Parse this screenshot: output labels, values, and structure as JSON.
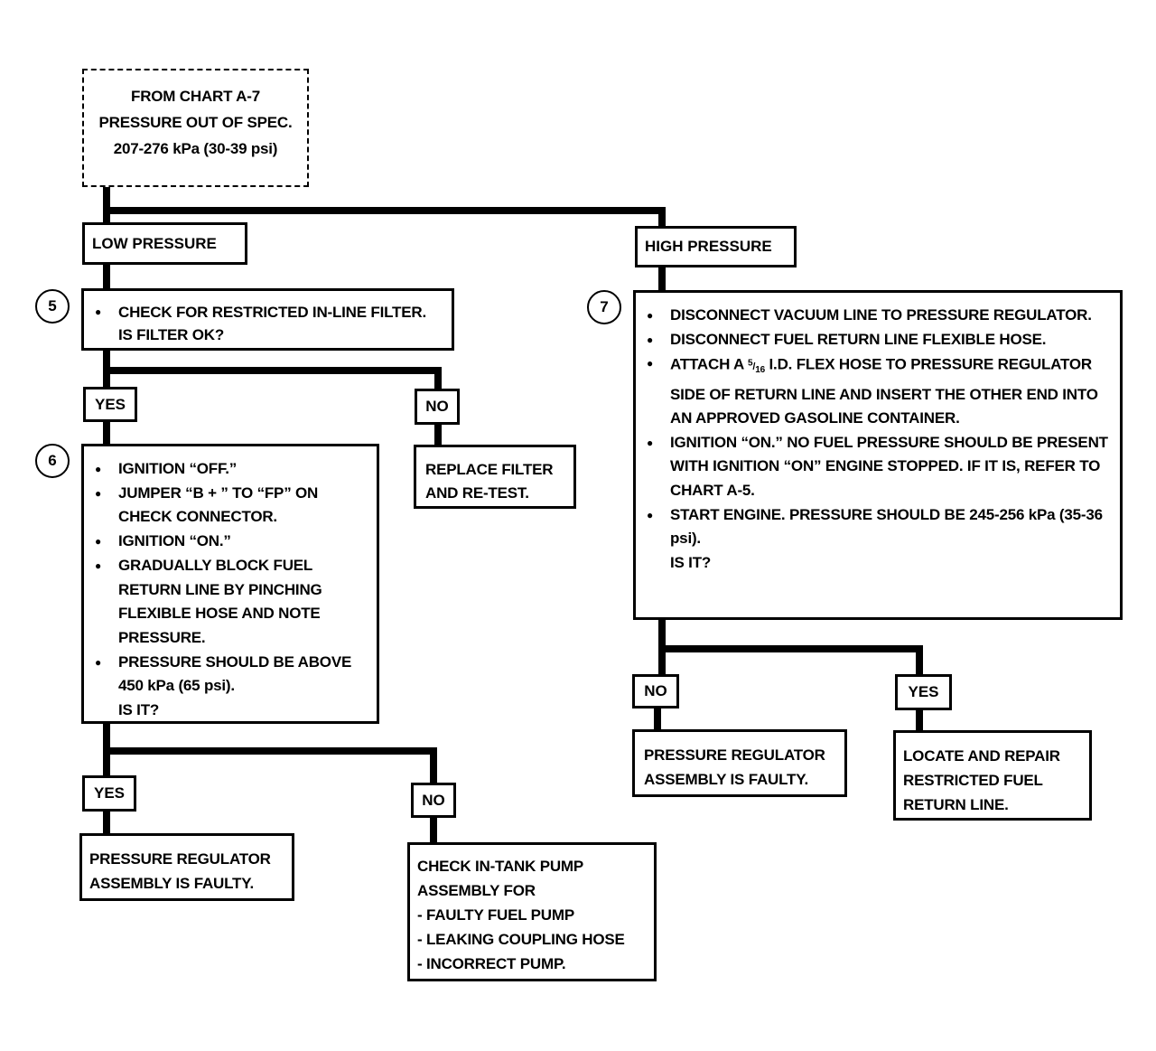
{
  "start": {
    "lines": [
      "FROM CHART A-7",
      "PRESSURE OUT OF SPEC.",
      "207-276 kPa (30-39 psi)"
    ]
  },
  "low_pressure": {
    "label": "LOW PRESSURE"
  },
  "high_pressure": {
    "label": "HIGH PRESSURE"
  },
  "step5": {
    "number": "5",
    "item": "CHECK FOR RESTRICTED IN-LINE FILTER.",
    "question": "IS FILTER OK?",
    "yes": "YES",
    "no": "NO",
    "no_result": "REPLACE FILTER AND RE-TEST."
  },
  "step6": {
    "number": "6",
    "items": [
      "IGNITION “OFF.”",
      "JUMPER “B + ” TO “FP” ON CHECK CONNECTOR.",
      "IGNITION “ON.”",
      "GRADUALLY BLOCK FUEL RETURN LINE BY PINCHING FLEXIBLE HOSE AND NOTE PRESSURE.",
      "PRESSURE SHOULD BE ABOVE 450 kPa (65 psi)."
    ],
    "question": "IS IT?",
    "yes": "YES",
    "no": "NO",
    "yes_result": "PRESSURE REGULATOR ASSEMBLY IS FAULTY.",
    "no_result": {
      "intro": "CHECK IN-TANK PUMP ASSEMBLY FOR",
      "items": [
        "FAULTY FUEL PUMP",
        "LEAKING COUPLING HOSE",
        "INCORRECT PUMP."
      ]
    }
  },
  "step7": {
    "number": "7",
    "item1": "DISCONNECT VACUUM LINE TO PRESSURE REGULATOR.",
    "item2": "DISCONNECT FUEL RETURN LINE FLEXIBLE HOSE.",
    "item3_pre": "ATTACH A",
    "item3_frac_num": "5",
    "item3_frac_den": "16",
    "item3_post": "I.D. FLEX HOSE TO PRESSURE REGULATOR SIDE OF RETURN LINE AND INSERT THE OTHER END INTO AN APPROVED GASOLINE CONTAINER.",
    "item4": "IGNITION “ON.” NO FUEL PRESSURE SHOULD BE PRESENT WITH IGNITION “ON” ENGINE STOPPED. IF IT IS, REFER TO CHART A-5.",
    "item5": "START ENGINE. PRESSURE SHOULD BE 245-256 kPa (35-36 psi).",
    "question": "IS IT?",
    "no": "NO",
    "yes": "YES",
    "no_result": "PRESSURE REGULATOR ASSEMBLY IS FAULTY.",
    "yes_result": "LOCATE AND REPAIR RESTRICTED FUEL RETURN LINE."
  }
}
